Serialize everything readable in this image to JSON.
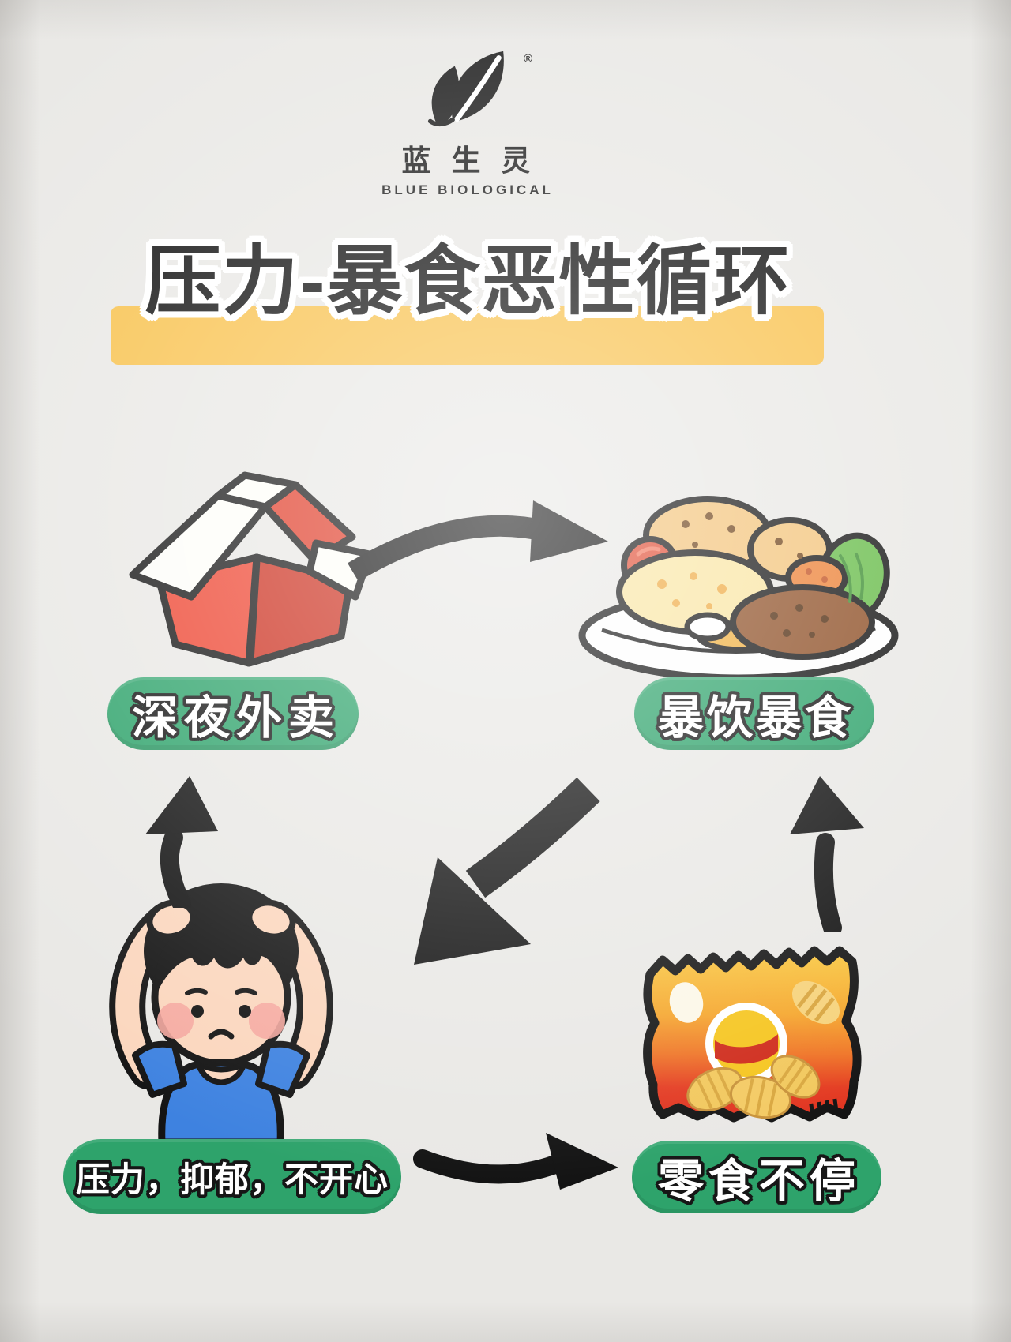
{
  "brand": {
    "icon": "leaf-logo-icon",
    "cn_name": "蓝生灵",
    "en_name": "BLUE BIOLOGICAL",
    "registered_mark": "®"
  },
  "title": {
    "text": "压力-暴食恶性循环"
  },
  "colors": {
    "highlight_yellow": "#f8c14b",
    "pill_green": "#2ea36b",
    "arrow_black": "#121212",
    "background_gray": "#e9e8e5",
    "takeout_red": "#ee4430",
    "chips_bag_red": "#e03322",
    "shirt_blue": "#3e82e0"
  },
  "cycle": {
    "nodes": [
      {
        "id": "late-night-takeout",
        "label": "深夜外卖",
        "icon": "takeout-box-icon"
      },
      {
        "id": "binge-eating",
        "label": "暴饮暴食",
        "icon": "food-plate-icon"
      },
      {
        "id": "stress-depression",
        "label": "压力，抑郁，不开心",
        "icon": "stressed-child-icon"
      },
      {
        "id": "nonstop-snacking",
        "label": "零食不停",
        "icon": "chips-bag-icon"
      }
    ],
    "edges": [
      {
        "from": "late-night-takeout",
        "to": "binge-eating"
      },
      {
        "from": "binge-eating",
        "to": "stress-depression"
      },
      {
        "from": "stress-depression",
        "to": "nonstop-snacking"
      },
      {
        "from": "nonstop-snacking",
        "to": "binge-eating"
      },
      {
        "from": "stress-depression",
        "to": "late-night-takeout"
      }
    ]
  }
}
